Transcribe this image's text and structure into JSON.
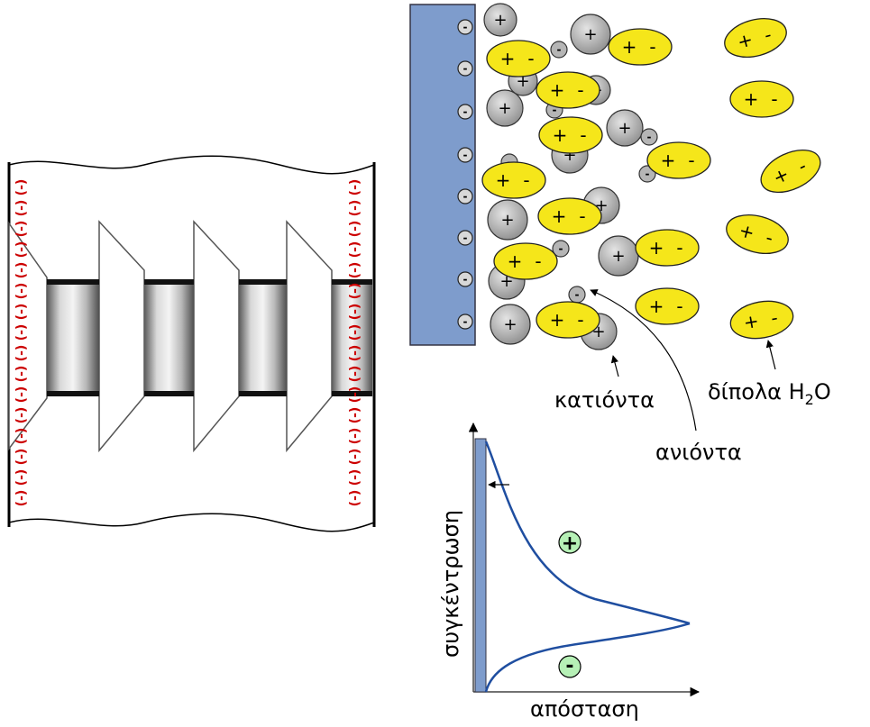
{
  "labels": {
    "cations": "κατιόντα",
    "anions": "ανιόντα",
    "dipoles_prefix": "δίπολα H",
    "dipoles_sub": "2",
    "dipoles_suffix": "O",
    "y_axis": "συγκέντρωση",
    "x_axis": "απόσταση"
  },
  "symbols": {
    "plus": "+",
    "minus": "-",
    "electrode_minus": "⊖",
    "membrane_charge": "(-)"
  },
  "colors": {
    "electrode": "#7e9ccc",
    "cation_fill": "#a8a8a8",
    "dipole_fill": "#f5e61a",
    "curve": "#1f4ea0",
    "marker_fill": "#b6f0b6",
    "membrane_charge": "#e00000"
  },
  "graph_markers": {
    "upper": "+",
    "lower": "-"
  }
}
